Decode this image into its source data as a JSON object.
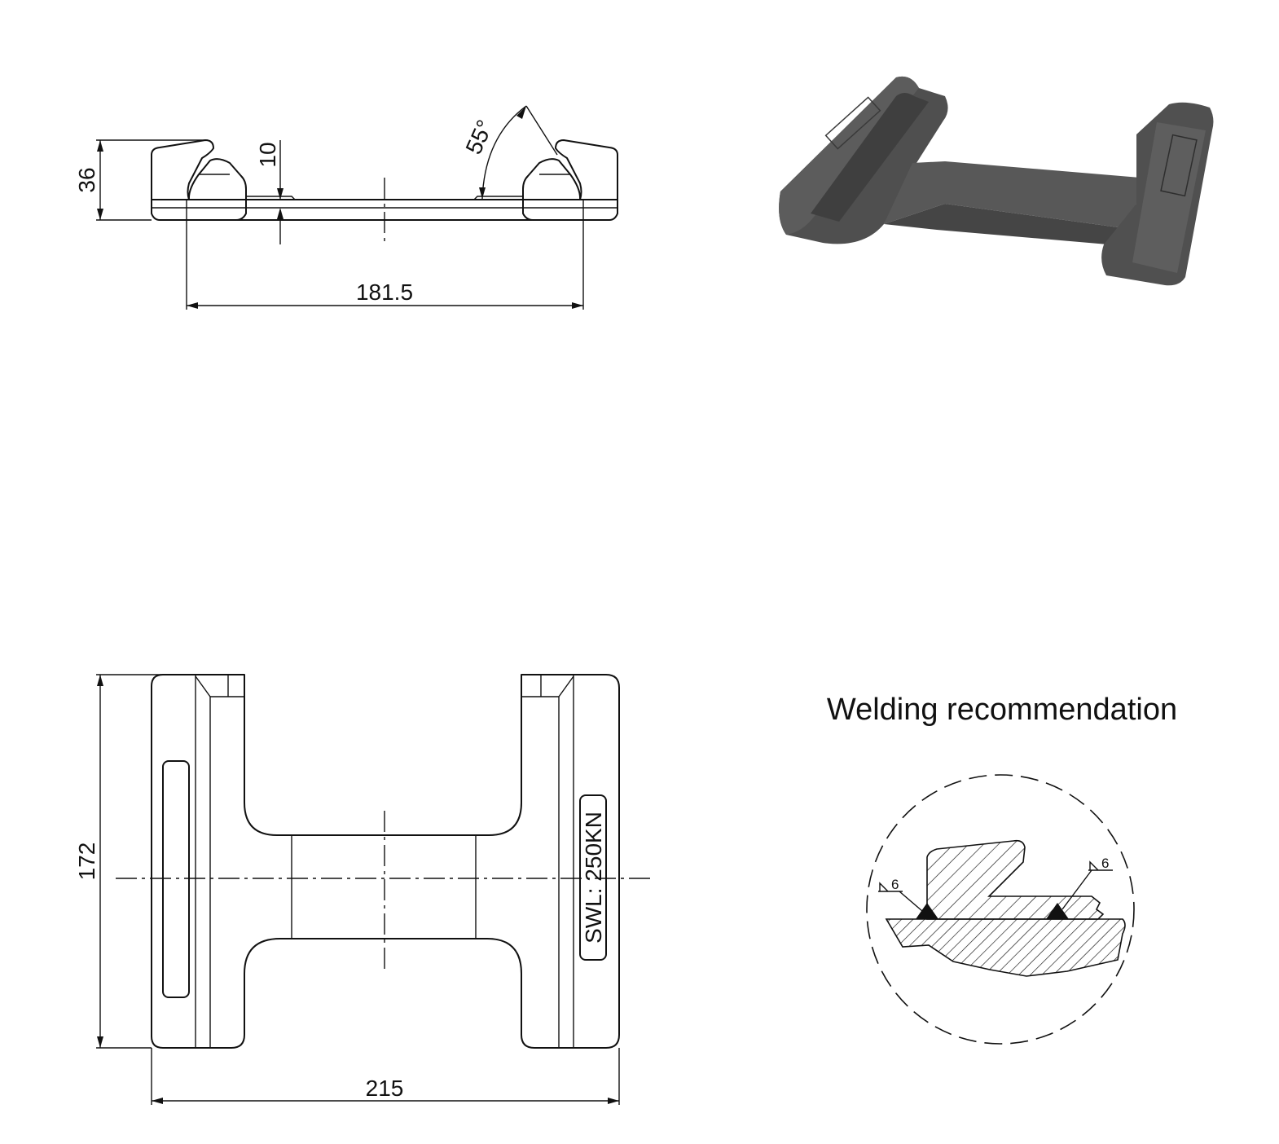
{
  "front_view": {
    "dim_height": "36",
    "dim_step": "10",
    "dim_angle": "55°",
    "dim_width": "181.5"
  },
  "top_view": {
    "dim_height": "172",
    "dim_width": "215",
    "marking": "SWL: 250KN"
  },
  "welding": {
    "title": "Welding recommendation",
    "weld_left": "6",
    "weld_right": "6"
  },
  "render": {
    "label": "3D render of steel container stacking cone"
  }
}
